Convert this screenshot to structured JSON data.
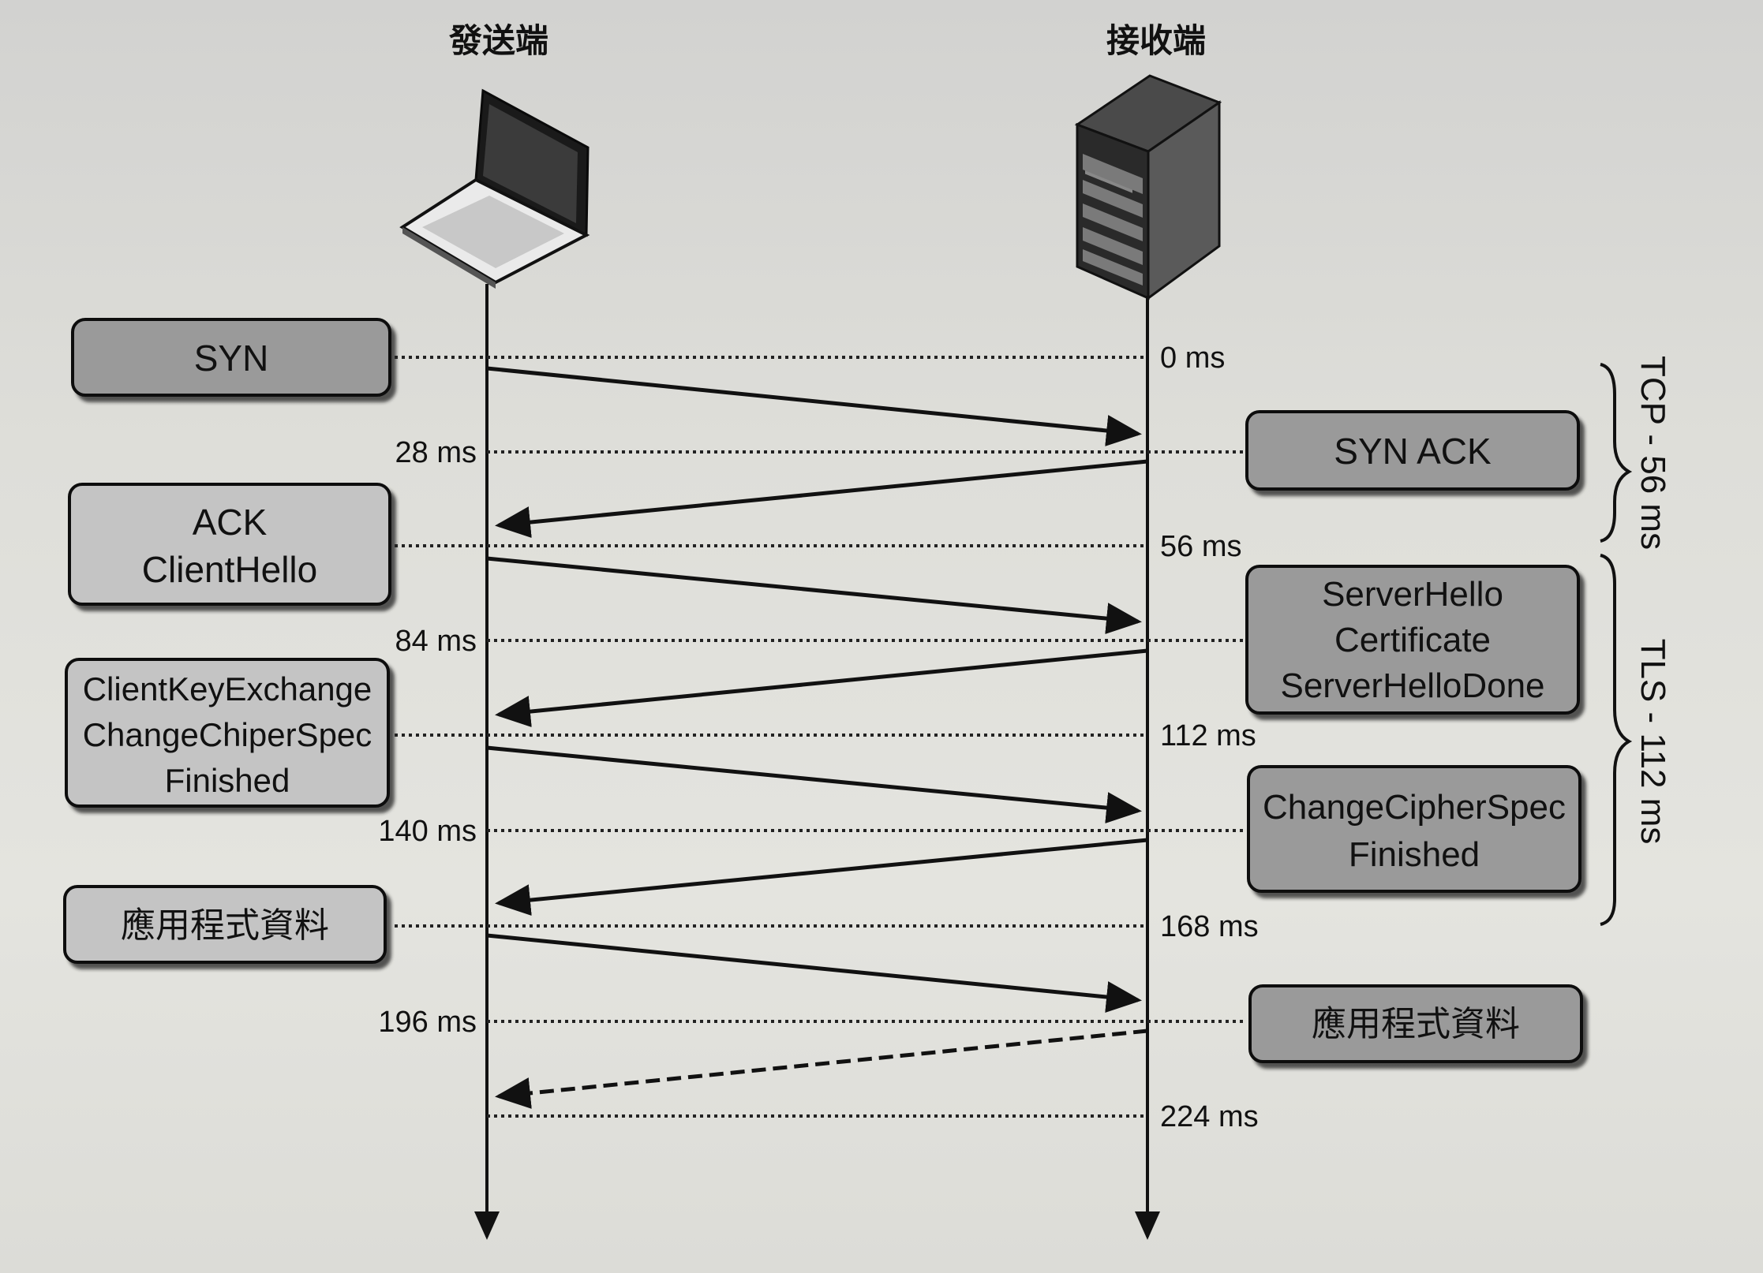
{
  "sender": {
    "title": "發送端",
    "icon": "laptop-icon"
  },
  "receiver": {
    "title": "接收端",
    "icon": "server-icon"
  },
  "sender_boxes": [
    {
      "lines": [
        "SYN"
      ],
      "shade": "#9a9a9a"
    },
    {
      "lines": [
        "ACK",
        "ClientHello"
      ],
      "shade": "#c4c4c4"
    },
    {
      "lines": [
        "ClientKeyExchange",
        "ChangeChiperSpec",
        "Finished"
      ],
      "shade": "#c4c4c4"
    },
    {
      "lines": [
        "應用程式資料"
      ],
      "shade": "#c4c4c4"
    }
  ],
  "receiver_boxes": [
    {
      "lines": [
        "SYN ACK"
      ],
      "shade": "#9a9a9a"
    },
    {
      "lines": [
        "ServerHello",
        "Certificate",
        "ServerHelloDone"
      ],
      "shade": "#9a9a9a"
    },
    {
      "lines": [
        "ChangeCipherSpec",
        "Finished"
      ],
      "shade": "#9a9a9a"
    },
    {
      "lines": [
        "應用程式資料"
      ],
      "shade": "#9a9a9a"
    }
  ],
  "time_labels": {
    "right": [
      "0 ms",
      "56 ms",
      "112 ms",
      "168 ms",
      "224 ms"
    ],
    "left": [
      "28 ms",
      "84 ms",
      "140 ms",
      "196 ms"
    ]
  },
  "phases": [
    {
      "label": "TCP - 56 ms"
    },
    {
      "label": "TLS - 112 ms"
    }
  ],
  "colors": {
    "line": "#111111",
    "dotted": "#222222",
    "dark_box": "#9a9a9a",
    "light_box": "#c4c4c4"
  }
}
